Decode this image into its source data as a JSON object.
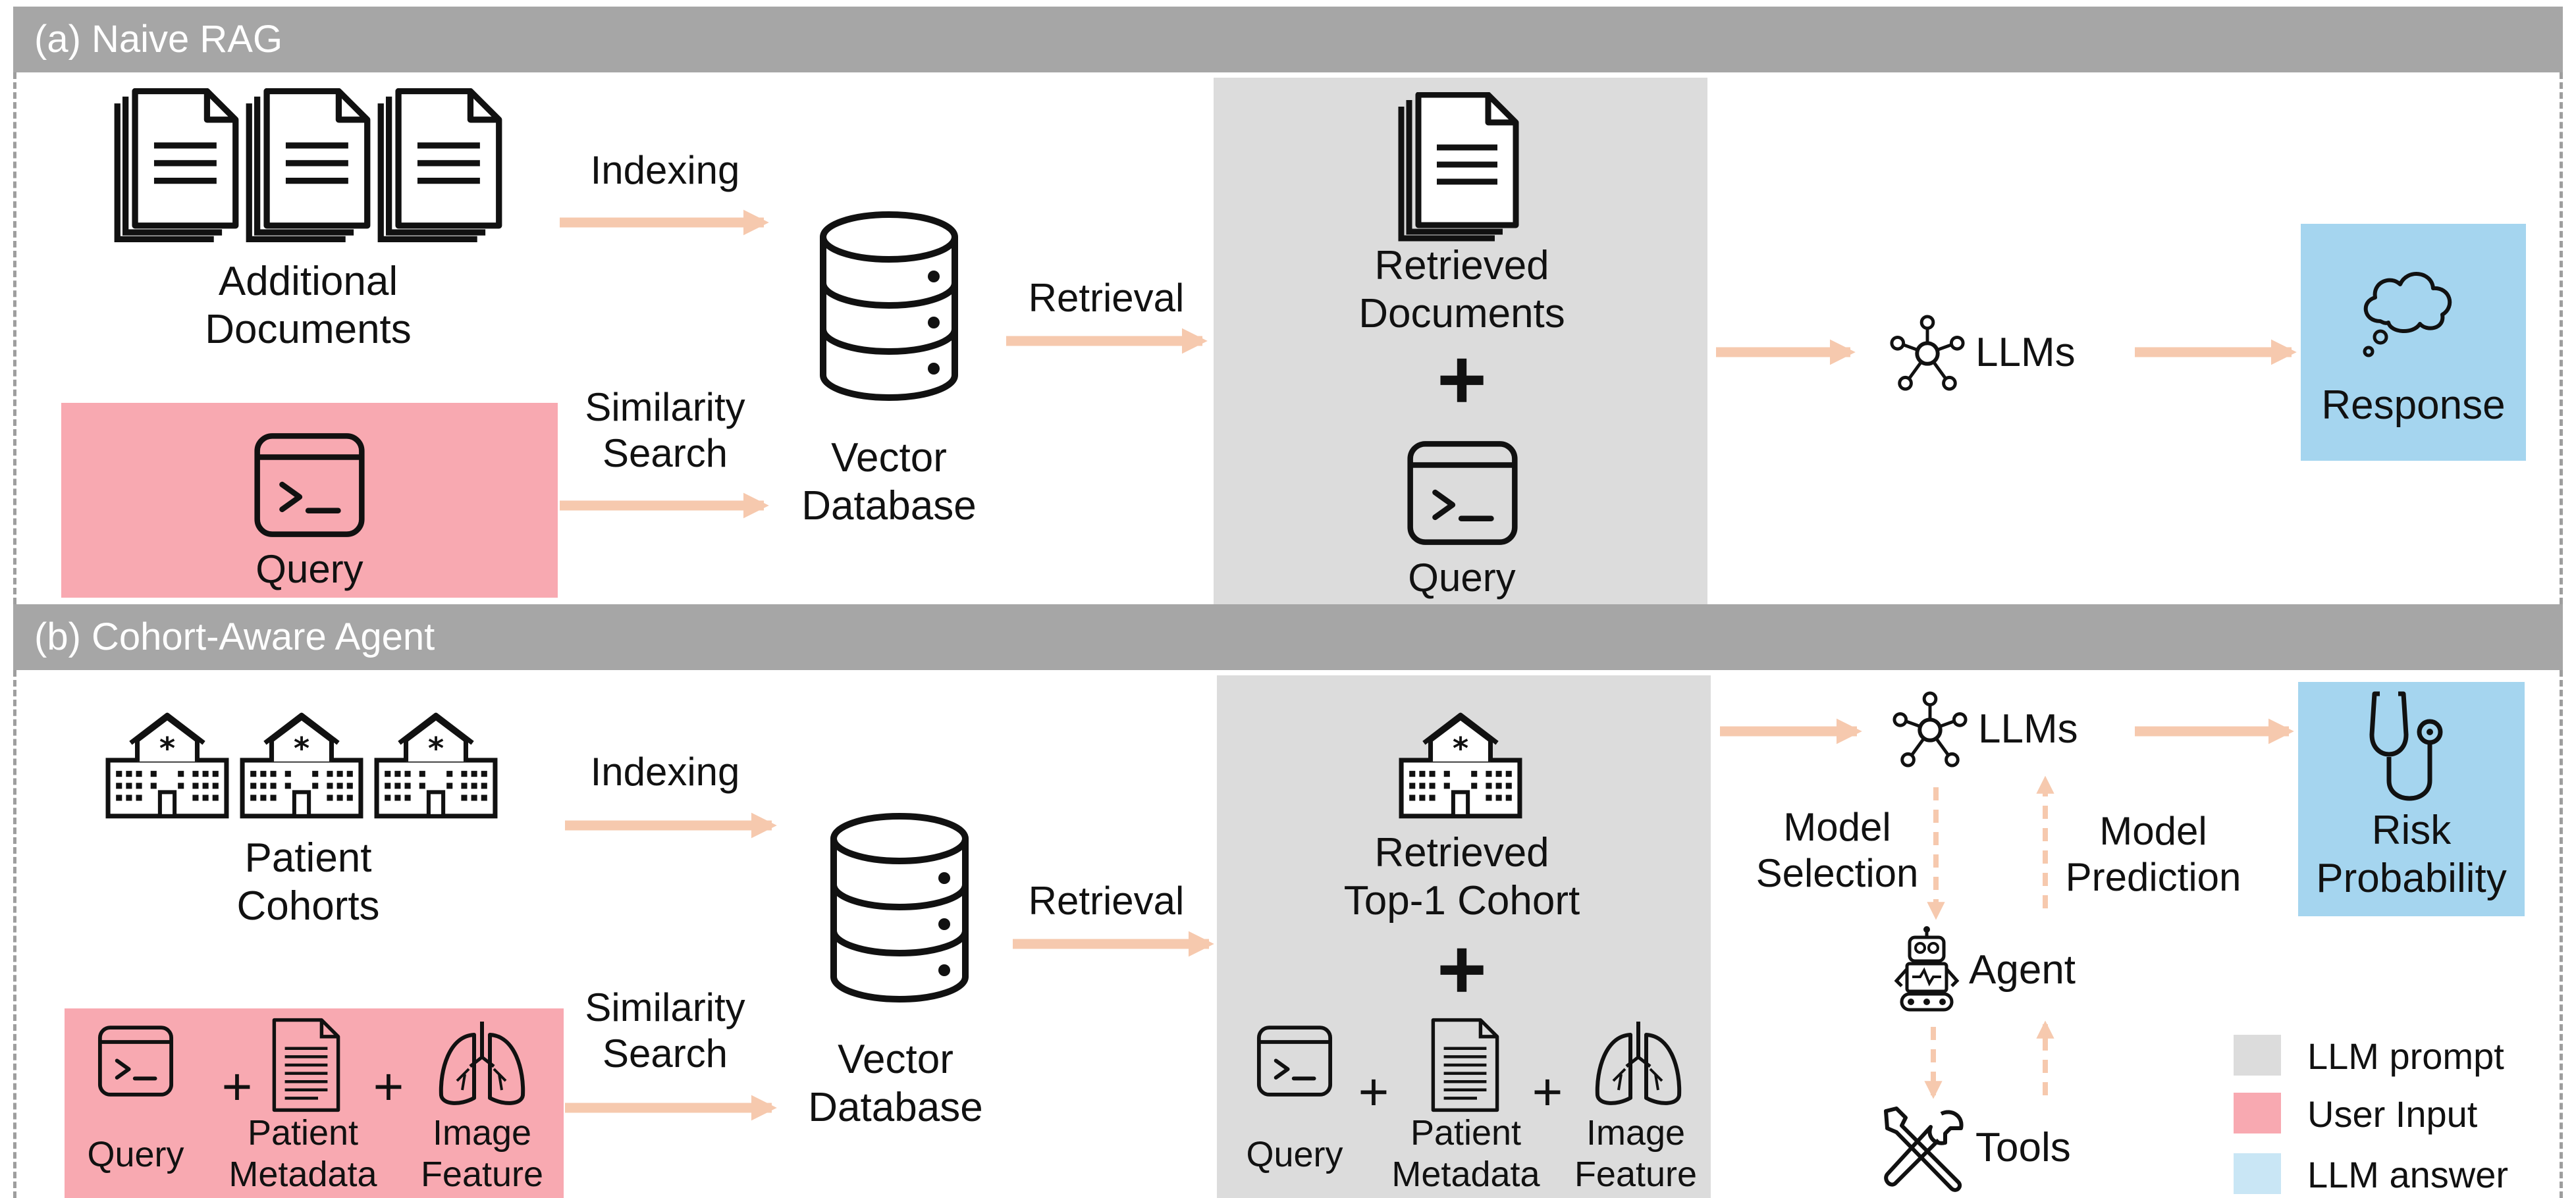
{
  "panel_a": {
    "title": "(a) Naive RAG",
    "additional_documents": "Additional\nDocuments",
    "indexing": "Indexing",
    "similarity_search": "Similarity\nSearch",
    "query": "Query",
    "vector_database": "Vector\nDatabase",
    "retrieval": "Retrieval",
    "retrieved_documents": "Retrieved\nDocuments",
    "plus": "+",
    "prompt_query": "Query",
    "llms": "LLMs",
    "response": "Response"
  },
  "panel_b": {
    "title": "(b) Cohort-Aware Agent",
    "patient_cohorts": "Patient\nCohorts",
    "indexing": "Indexing",
    "similarity_search": "Similarity\nSearch",
    "input_query": "Query",
    "input_patient_metadata": "Patient\nMetadata",
    "input_image_feature": "Image\nFeature",
    "plus": "+",
    "vector_database": "Vector\nDatabase",
    "retrieval": "Retrieval",
    "retrieved_cohort": "Retrieved\nTop-1 Cohort",
    "prompt_query": "Query",
    "prompt_patient_metadata": "Patient\nMetadata",
    "prompt_image_feature": "Image\nFeature",
    "llms": "LLMs",
    "model_selection": "Model\nSelection",
    "model_prediction": "Model\nPrediction",
    "agent": "Agent",
    "tools": "Tools",
    "risk_probability": "Risk\nProbability"
  },
  "legend": [
    {
      "label": "LLM prompt",
      "color": "#dcdcdc"
    },
    {
      "label": "User Input",
      "color": "#f8a9b1"
    },
    {
      "label": "LLM answer",
      "color": "#c9e6f5"
    }
  ],
  "colors": {
    "arrow": "#f6c9ae",
    "band": "#a6a6a6",
    "prompt_bg": "#dcdcdc",
    "input_bg": "#f8a9b1",
    "answer_bg": "#a5d5ef"
  }
}
